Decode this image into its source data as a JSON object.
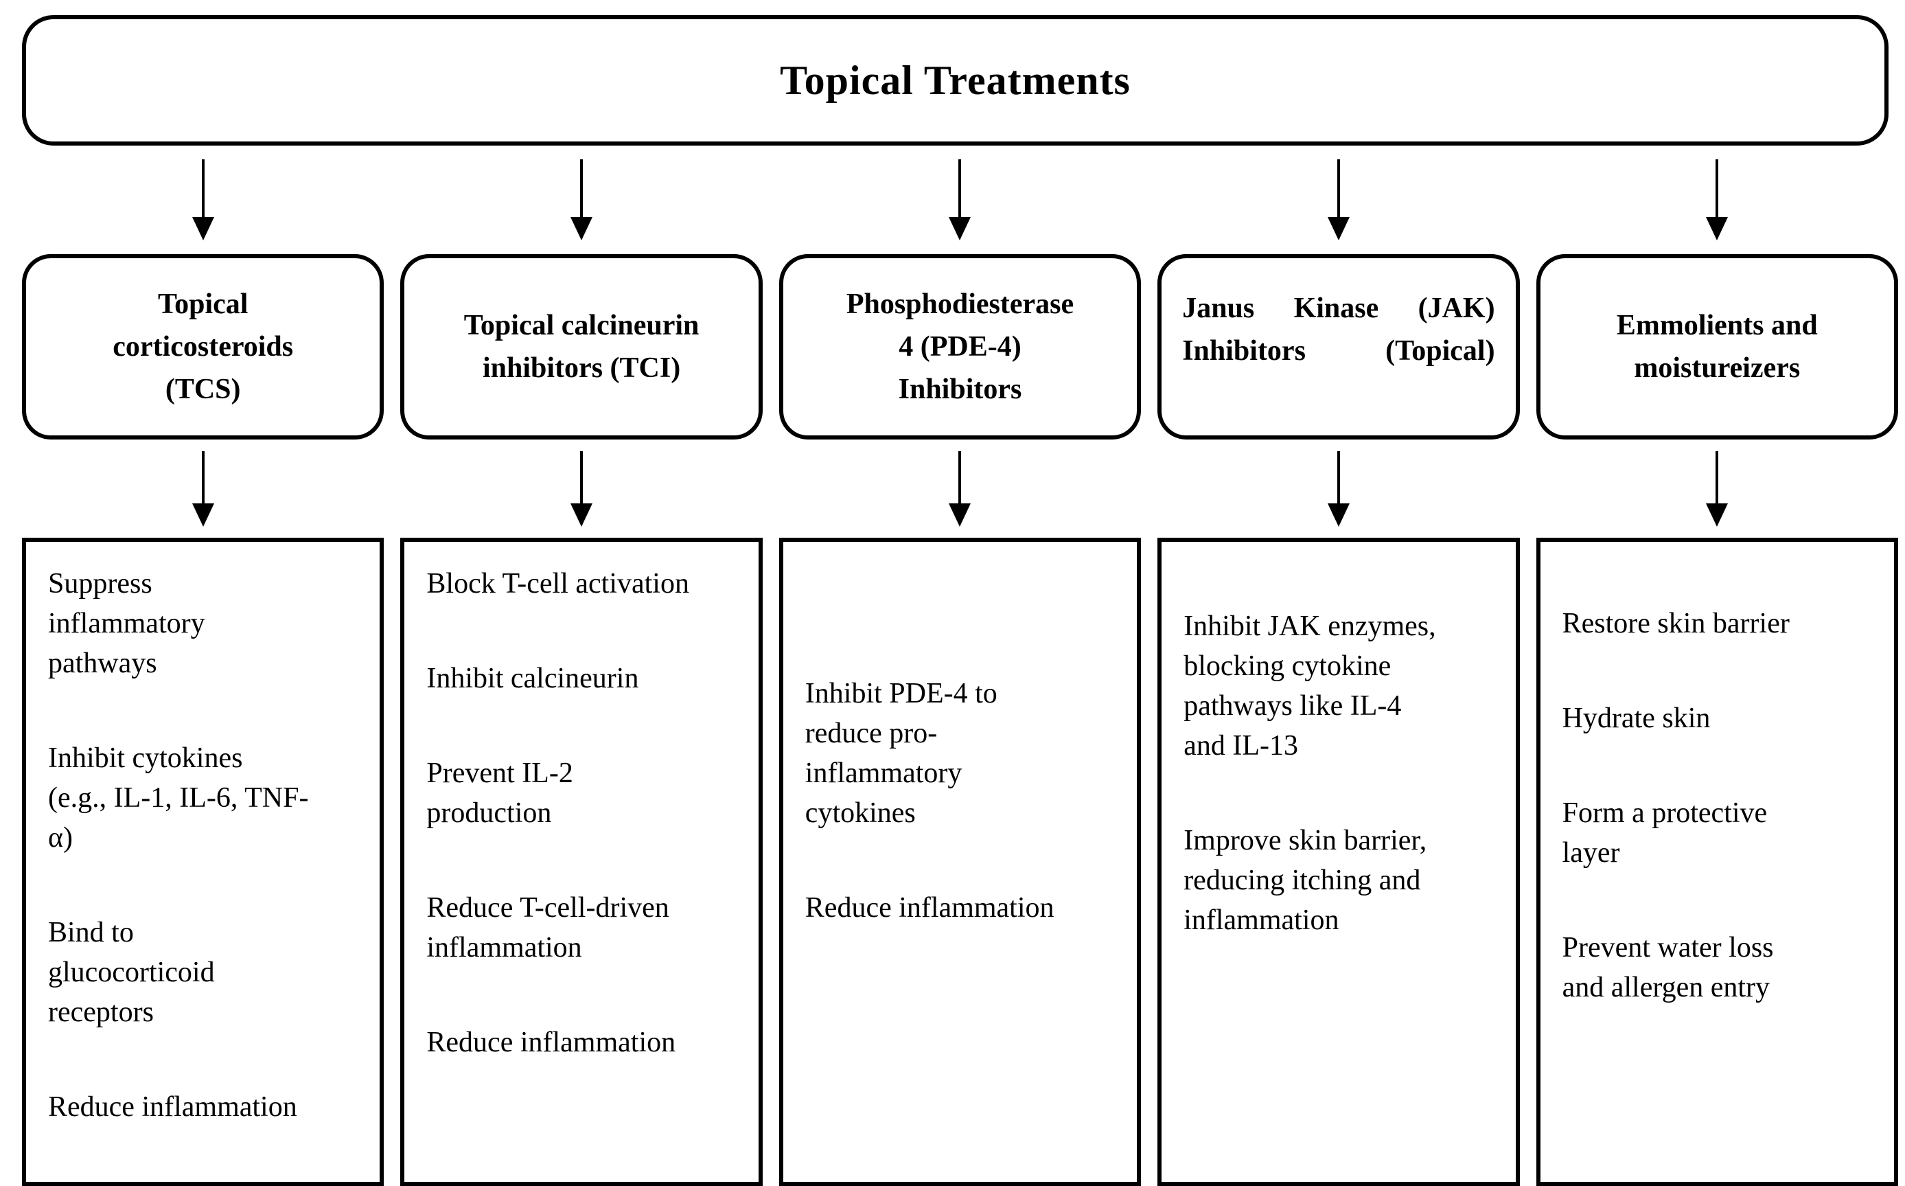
{
  "diagram": {
    "title": "Topical Treatments",
    "colors": {
      "border": "#000000",
      "background": "#ffffff",
      "text": "#000000"
    },
    "columns": [
      {
        "id": "tcs",
        "header": "Topical corticosteroids (TCS)",
        "header_lines": [
          "Topical",
          "corticosteroids",
          "(TCS)"
        ],
        "details": [
          "Suppress\ninflammatory\npathways",
          "Inhibit cytokines\n(e.g., IL-1, IL-6, TNF-\nα)",
          "Bind to\nglucocorticoid\nreceptors",
          "Reduce inflammation"
        ]
      },
      {
        "id": "tci",
        "header": "Topical calcineurin inhibitors (TCI)",
        "header_lines": [
          "Topical calcineurin",
          "inhibitors (TCI)"
        ],
        "details": [
          "Block T-cell activation",
          "Inhibit calcineurin",
          "Prevent IL-2\nproduction",
          "Reduce T-cell-driven\ninflammation",
          "Reduce inflammation"
        ]
      },
      {
        "id": "pde4",
        "header": "Phosphodiesterase 4 (PDE-4) Inhibitors",
        "header_lines": [
          "Phosphodiesterase",
          "4 (PDE-4)",
          "Inhibitors"
        ],
        "details": [
          "Inhibit PDE-4 to\nreduce pro-\ninflammatory\ncytokines",
          "Reduce inflammation"
        ]
      },
      {
        "id": "jak",
        "header": "Janus Kinase (JAK) Inhibitors (Topical)",
        "header_lines": [
          "Janus Kinase (JAK)",
          "Inhibitors (Topical)"
        ],
        "details": [
          "Inhibit JAK enzymes,\nblocking cytokine\npathways like IL-4\nand IL-13",
          "Improve skin barrier,\nreducing itching and\ninflammation"
        ]
      },
      {
        "id": "emollients",
        "header": "Emmolients and moistureizers",
        "header_lines": [
          "Emmolients and",
          "moistureizers"
        ],
        "details": [
          "Restore skin barrier",
          "Hydrate skin",
          "Form a protective\nlayer",
          "Prevent water loss\nand allergen entry"
        ]
      }
    ]
  }
}
